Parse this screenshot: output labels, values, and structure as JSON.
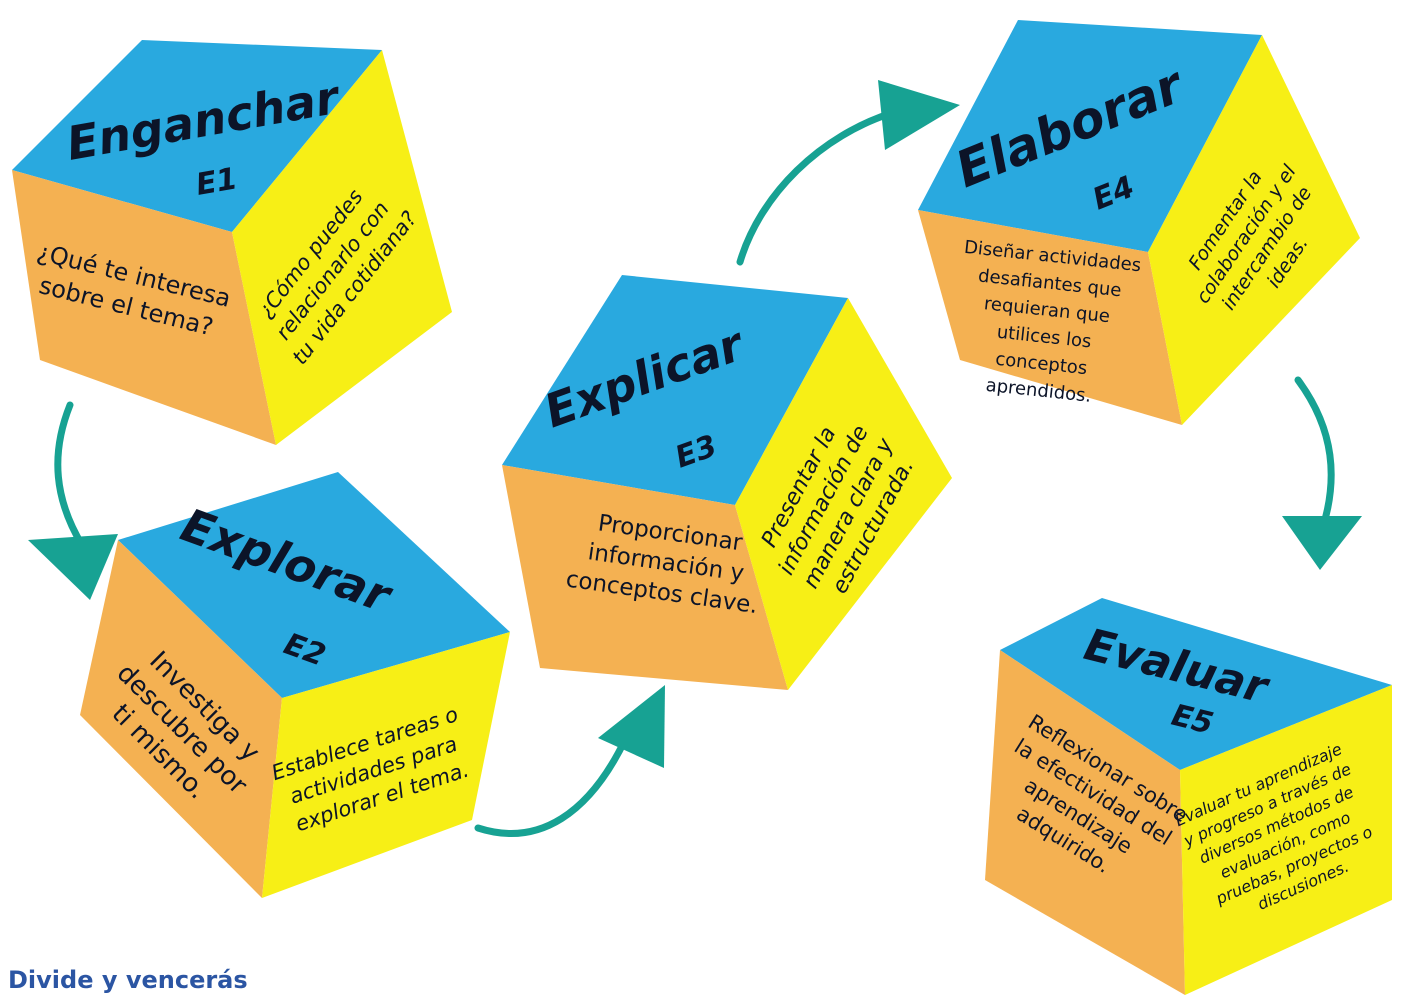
{
  "stages": [
    {
      "title": "Enganchar",
      "code": "E1",
      "front_text": [
        "¿Qué te interesa",
        "sobre el tema?"
      ],
      "side_text": [
        "¿Cómo puedes",
        "relacionarlo con",
        "tu vida cotidiana?"
      ]
    },
    {
      "title": "Explorar",
      "code": "E2",
      "front_text": [
        "Investiga y",
        "descubre por",
        "ti mismo."
      ],
      "side_text": [
        "Establece tareas o",
        "actividades para",
        "explorar el tema."
      ]
    },
    {
      "title": "Explicar",
      "code": "E3",
      "front_text": [
        "Proporcionar",
        "información y",
        "conceptos clave."
      ],
      "side_text": [
        "Presentar la",
        "información de",
        "manera clara y",
        "estructurada."
      ]
    },
    {
      "title": "Elaborar",
      "code": "E4",
      "front_text": [
        "Diseñar actividades",
        "desafiantes que",
        "requieran que",
        "utilices los",
        "conceptos",
        "aprendidos."
      ],
      "side_text": [
        "Fomentar la",
        "colaboración y el",
        "intercambio de",
        "ideas."
      ]
    },
    {
      "title": "Evaluar",
      "code": "E5",
      "front_text": [
        "Reflexionar sobre",
        "la efectividad del",
        "aprendizaje",
        "adquirido."
      ],
      "side_text": [
        "Evaluar tu aprendizaje",
        "y progreso a través de",
        "diversos métodos de",
        "evaluación, como",
        "pruebas, proyectos o",
        "discusiones."
      ]
    }
  ],
  "colors": {
    "top_face": "#29a9df",
    "front_face": "#f4b152",
    "side_face": "#f7ef16",
    "arrow": "#17a293",
    "text": "#0c1428",
    "caption": "#2b55a3"
  },
  "footer": {
    "title": "Divide y vencerás"
  }
}
